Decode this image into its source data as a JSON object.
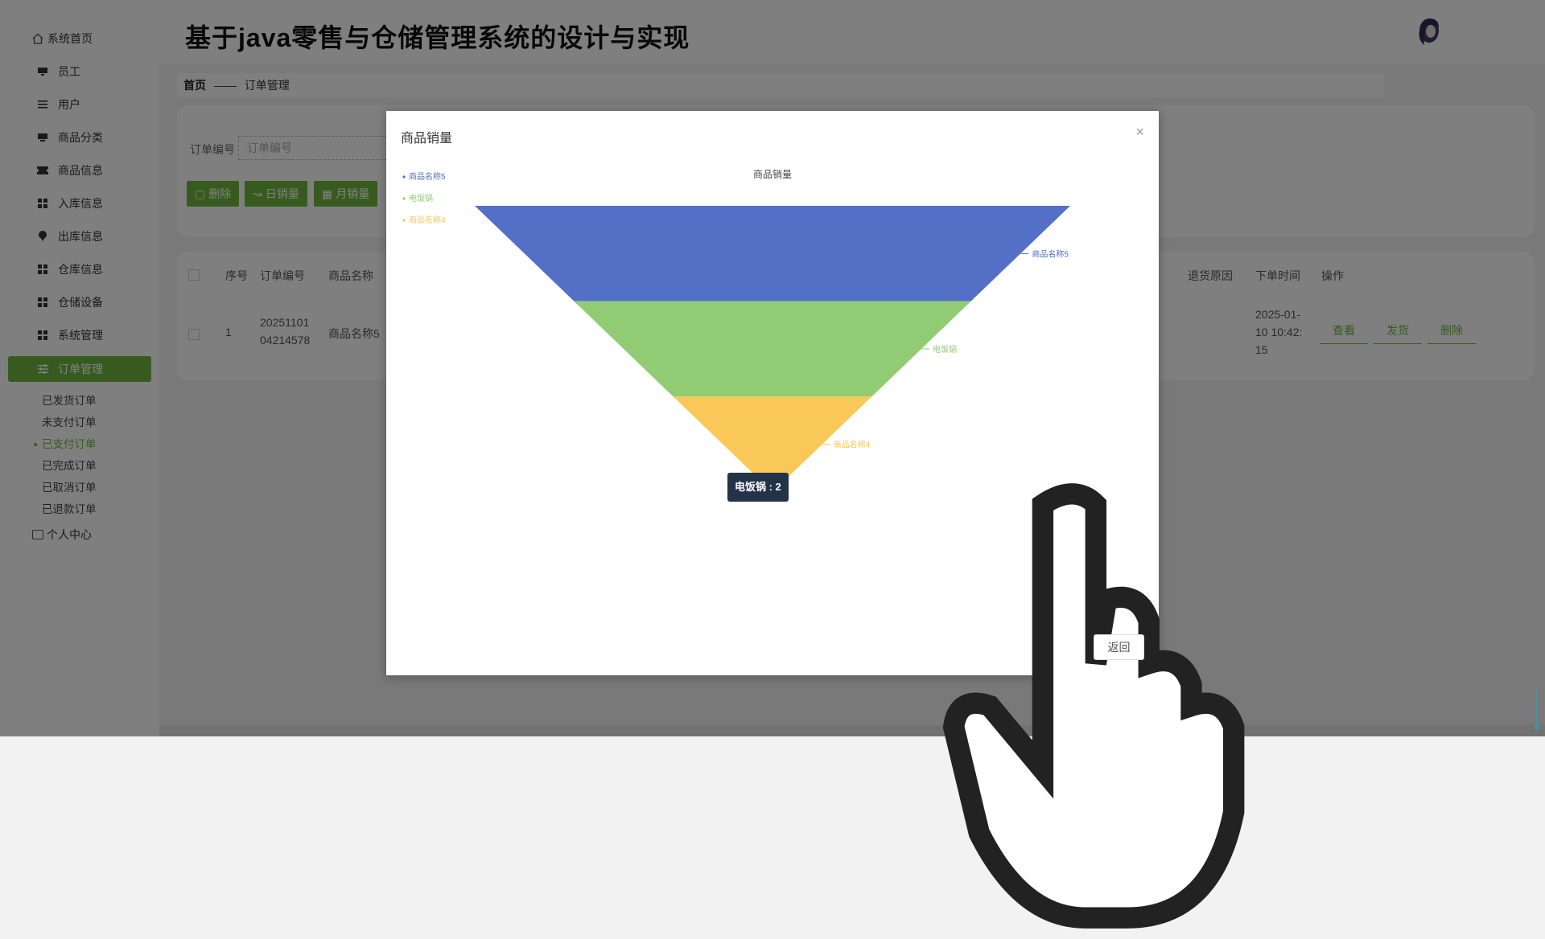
{
  "header": {
    "title": "基于java零售与仓储管理系统的设计与实现"
  },
  "sidebar": {
    "items": [
      {
        "label": "系统首页",
        "icon": "home-icon"
      },
      {
        "label": "员工",
        "icon": "monitor-icon"
      },
      {
        "label": "用户",
        "icon": "list-icon"
      },
      {
        "label": "商品分类",
        "icon": "monitor-icon"
      },
      {
        "label": "商品信息",
        "icon": "ticket-icon"
      },
      {
        "label": "入库信息",
        "icon": "grid-icon"
      },
      {
        "label": "出库信息",
        "icon": "pin-icon"
      },
      {
        "label": "仓库信息",
        "icon": "grid-icon"
      },
      {
        "label": "仓储设备",
        "icon": "grid-icon"
      },
      {
        "label": "系统管理",
        "icon": "grid-icon"
      },
      {
        "label": "订单管理",
        "icon": "sliders-icon"
      }
    ],
    "sub_items": [
      "已发货订单",
      "未支付订单",
      "已支付订单",
      "已完成订单",
      "已取消订单",
      "已退款订单"
    ],
    "current_sub": "已支付订单",
    "profile": "个人中心",
    "accent": "#6fb63e"
  },
  "breadcrumb": {
    "home": "首页",
    "sep": "——",
    "current": "订单管理"
  },
  "search": {
    "label": "订单编号",
    "placeholder": "订单编号",
    "buttons": [
      "删除",
      "日销量",
      "月销量"
    ]
  },
  "table": {
    "headers": [
      "序号",
      "订单编号",
      "商品名称",
      "退货原因",
      "下单时间",
      "操作"
    ],
    "row": {
      "index": "1",
      "order_no_1": "20251101",
      "order_no_2": "04214578",
      "product": "商品名称5",
      "time_1": "2025-01-",
      "time_2": "10 10:42:",
      "time_3": "15",
      "ops": [
        "查看",
        "发货",
        "删除"
      ]
    }
  },
  "dialog": {
    "title": "商品销量",
    "close": "×",
    "back": "返回",
    "tooltip": "电饭锅 : 2"
  },
  "chart_data": {
    "type": "funnel",
    "title": "商品销量",
    "legend_position": "top-left",
    "categories": [
      "商品名称5",
      "电饭锅",
      "商品名称4"
    ],
    "colors": [
      "#5470c6",
      "#91cc75",
      "#fac858"
    ]
  }
}
